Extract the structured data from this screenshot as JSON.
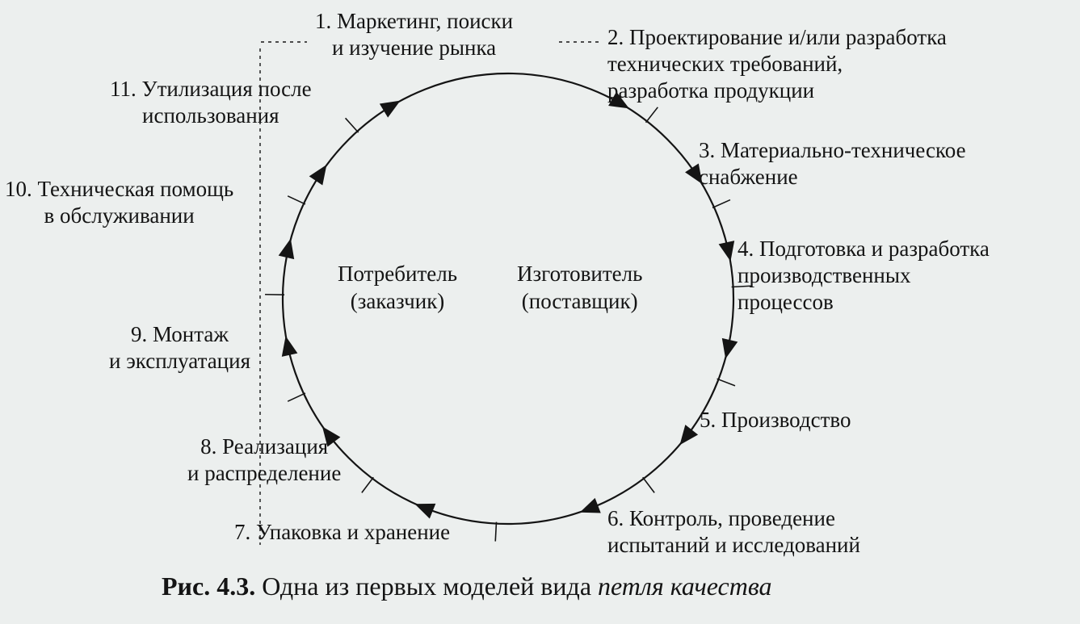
{
  "stages": [
    {
      "lines": [
        "1. Маркетинг, поиски",
        "и изучение рынка"
      ]
    },
    {
      "lines": [
        "2. Проектирование и/или разработка",
        "технических требований,",
        "разработка продукции"
      ]
    },
    {
      "lines": [
        "3. Материально-техническое",
        "снабжение"
      ]
    },
    {
      "lines": [
        "4. Подготовка и разработка",
        "производственных",
        "процессов"
      ]
    },
    {
      "lines": [
        "5. Производство"
      ]
    },
    {
      "lines": [
        "6. Контроль, проведение",
        "испытаний и исследований"
      ]
    },
    {
      "lines": [
        "7. Упаковка и хранение"
      ]
    },
    {
      "lines": [
        "8. Реализация",
        "и распределение"
      ]
    },
    {
      "lines": [
        "9. Монтаж",
        "и эксплуатация"
      ]
    },
    {
      "lines": [
        "10. Техническая помощь",
        "в обслуживании"
      ]
    },
    {
      "lines": [
        "11. Утилизация после",
        "использования"
      ]
    }
  ],
  "parties": {
    "consumer": [
      "Потребитель",
      "(заказчик)"
    ],
    "producer": [
      "Изготовитель",
      "(поставщик)"
    ]
  },
  "caption": {
    "number": "Рис. 4.3.",
    "text": " Одна из первых моделей вида ",
    "emphasis": "петля качества"
  },
  "colors": {
    "ink": "#141414",
    "paper": "#ecefee"
  }
}
